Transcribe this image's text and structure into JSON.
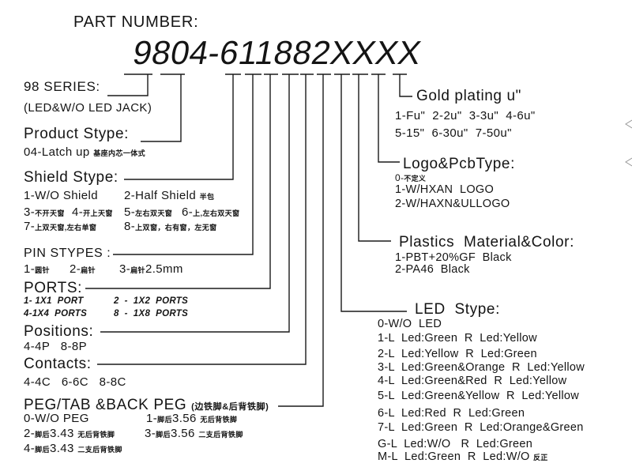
{
  "title": "PART NUMBER:",
  "part_number": "9804-611882XXXX",
  "series": {
    "label": "98 SERIES:",
    "note": "(LED&W/O LED JACK)"
  },
  "product": {
    "label": "Product Stype:",
    "opt": "04-Latch up",
    "cn": "基座内芯一体式"
  },
  "shield": {
    "label": "Shield Stype:",
    "o1": "1-W/O Shield",
    "o2": "2-Half Shield",
    "o2cn": "半包",
    "o3": "3-",
    "o3cn": "不开天窗",
    "o4": "4-",
    "o4cn": "开上天窗",
    "o5": "5-",
    "o5cn": "左右双天窗",
    "o6": "6-",
    "o6cn": "上,左右双天窗",
    "o7": "7-",
    "o7cn": "上双天窗,左右单窗",
    "o8": "8-",
    "o8cn": "上双窗，右有窗，左无窗"
  },
  "pin": {
    "label": "PIN STYPES :",
    "o1": "1-",
    "o1cn": "圆针",
    "o2": "2-",
    "o2cn": "扁针",
    "o3": "3-",
    "o3cn": "扁针",
    "o3b": "2.5mm"
  },
  "ports": {
    "label": "PORTS:",
    "o1": "1- 1X1  PORT",
    "o2": "2  -  1X2  PORTS",
    "o4": "4-1X4  PORTS",
    "o8": "8  -  1X8  PORTS"
  },
  "positions": {
    "label": "Positions:",
    "opts": "4-4P   8-8P"
  },
  "contacts": {
    "label": "Contacts:",
    "opts": "4-4C   6-6C   8-8C"
  },
  "peg": {
    "label": "PEG/TAB &BACK PEG",
    "labelcn": "(边铁脚&后背铁脚)",
    "o0": "0-W/O PEG",
    "o1": "1-",
    "o1cn": "脚后",
    "o1v": "3.56",
    "o1d": "无后背铁脚",
    "o2": "2-",
    "o2cn": "脚后",
    "o2v": "3.43",
    "o2d": "无后背铁脚",
    "o3": "3-",
    "o3cn": "脚后",
    "o3v": "3.56",
    "o3d": "二支后背铁脚",
    "o4": "4-",
    "o4cn": "脚后",
    "o4v": "3.43",
    "o4d": "二支后背铁脚"
  },
  "gold": {
    "label": "Gold plating u\"",
    "l1": "1-Fu\"  2-2u\"  3-3u\"  4-6u\"",
    "l2": "5-15\"  6-30u\"  7-50u\""
  },
  "logo": {
    "label": "Logo&PcbType:",
    "o0": "0-",
    "o0cn": "不定义",
    "o1": "1-W/HXAN  LOGO",
    "o2": "2-W/HAXN&ULLOGO"
  },
  "plastics": {
    "label": "Plastics  Material&Color:",
    "o1": "1-PBT+20%GF  Black",
    "o2": "2-PA46  Black"
  },
  "led": {
    "label": "LED  Stype:",
    "opts": [
      "0-W/O  LED",
      "1-L  Led:Green  R  Led:Yellow",
      "2-L  Led:Yellow  R  Led:Green",
      "3-L  Led:Green&Orange  R  Led:Yellow",
      "4-L  Led:Green&Red  R  Led:Yellow",
      "5-L  Led:Green&Yellow  R  Led:Yellow",
      "6-L  Led:Red  R  Led:Green",
      "7-L  Led:Green  R  Led:Orange&Green",
      "G-L  Led:W/O   R  Led:Green",
      "M-L  Led:Green  R  Led:W/O"
    ],
    "mcn": "反正"
  }
}
